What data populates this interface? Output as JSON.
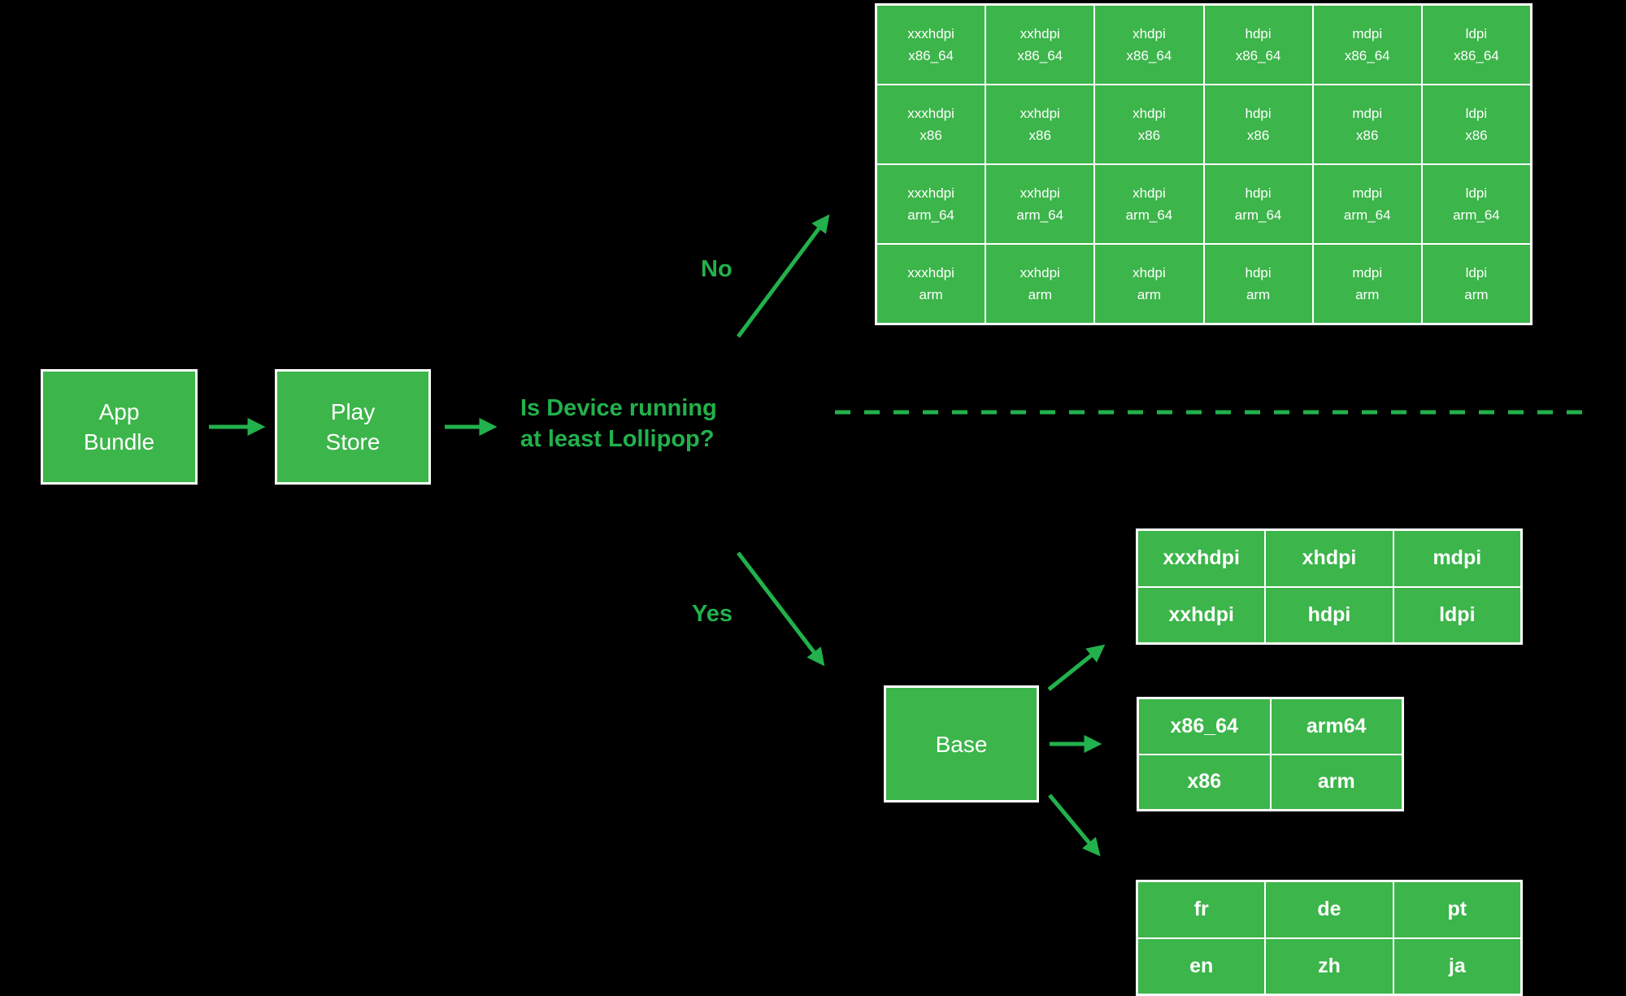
{
  "colors": {
    "background": "#000000",
    "box_fill": "#3cb54a",
    "accent_green": "#22b14c",
    "text_white": "#ffffff"
  },
  "flow": {
    "app_bundle": {
      "line1": "App",
      "line2": "Bundle"
    },
    "play_store": {
      "line1": "Play",
      "line2": "Store"
    },
    "question": {
      "line1": "Is Device running",
      "line2": "at least Lollipop?"
    },
    "no_label": "No",
    "yes_label": "Yes",
    "base_label": "Base"
  },
  "apk_grid": {
    "columns": [
      "xxxhdpi",
      "xxhdpi",
      "xhdpi",
      "hdpi",
      "mdpi",
      "ldpi"
    ],
    "rows": [
      "x86_64",
      "x86",
      "arm_64",
      "arm"
    ],
    "cells": [
      [
        {
          "density": "xxxhdpi",
          "abi": "x86_64"
        },
        {
          "density": "xxhdpi",
          "abi": "x86_64"
        },
        {
          "density": "xhdpi",
          "abi": "x86_64"
        },
        {
          "density": "hdpi",
          "abi": "x86_64"
        },
        {
          "density": "mdpi",
          "abi": "x86_64"
        },
        {
          "density": "ldpi",
          "abi": "x86_64"
        }
      ],
      [
        {
          "density": "xxxhdpi",
          "abi": "x86"
        },
        {
          "density": "xxhdpi",
          "abi": "x86"
        },
        {
          "density": "xhdpi",
          "abi": "x86"
        },
        {
          "density": "hdpi",
          "abi": "x86"
        },
        {
          "density": "mdpi",
          "abi": "x86"
        },
        {
          "density": "ldpi",
          "abi": "x86"
        }
      ],
      [
        {
          "density": "xxxhdpi",
          "abi": "arm_64"
        },
        {
          "density": "xxhdpi",
          "abi": "arm_64"
        },
        {
          "density": "xhdpi",
          "abi": "arm_64"
        },
        {
          "density": "hdpi",
          "abi": "arm_64"
        },
        {
          "density": "mdpi",
          "abi": "arm_64"
        },
        {
          "density": "ldpi",
          "abi": "arm_64"
        }
      ],
      [
        {
          "density": "xxxhdpi",
          "abi": "arm"
        },
        {
          "density": "xxhdpi",
          "abi": "arm"
        },
        {
          "density": "xhdpi",
          "abi": "arm"
        },
        {
          "density": "hdpi",
          "abi": "arm"
        },
        {
          "density": "mdpi",
          "abi": "arm"
        },
        {
          "density": "ldpi",
          "abi": "arm"
        }
      ]
    ]
  },
  "density_table": {
    "cells": [
      [
        "xxxhdpi",
        "xhdpi",
        "mdpi"
      ],
      [
        "xxhdpi",
        "hdpi",
        "ldpi"
      ]
    ]
  },
  "abi_table": {
    "cells": [
      [
        "x86_64",
        "arm64"
      ],
      [
        "x86",
        "arm"
      ]
    ]
  },
  "language_table": {
    "cells": [
      [
        "fr",
        "de",
        "pt"
      ],
      [
        "en",
        "zh",
        "ja"
      ]
    ]
  }
}
